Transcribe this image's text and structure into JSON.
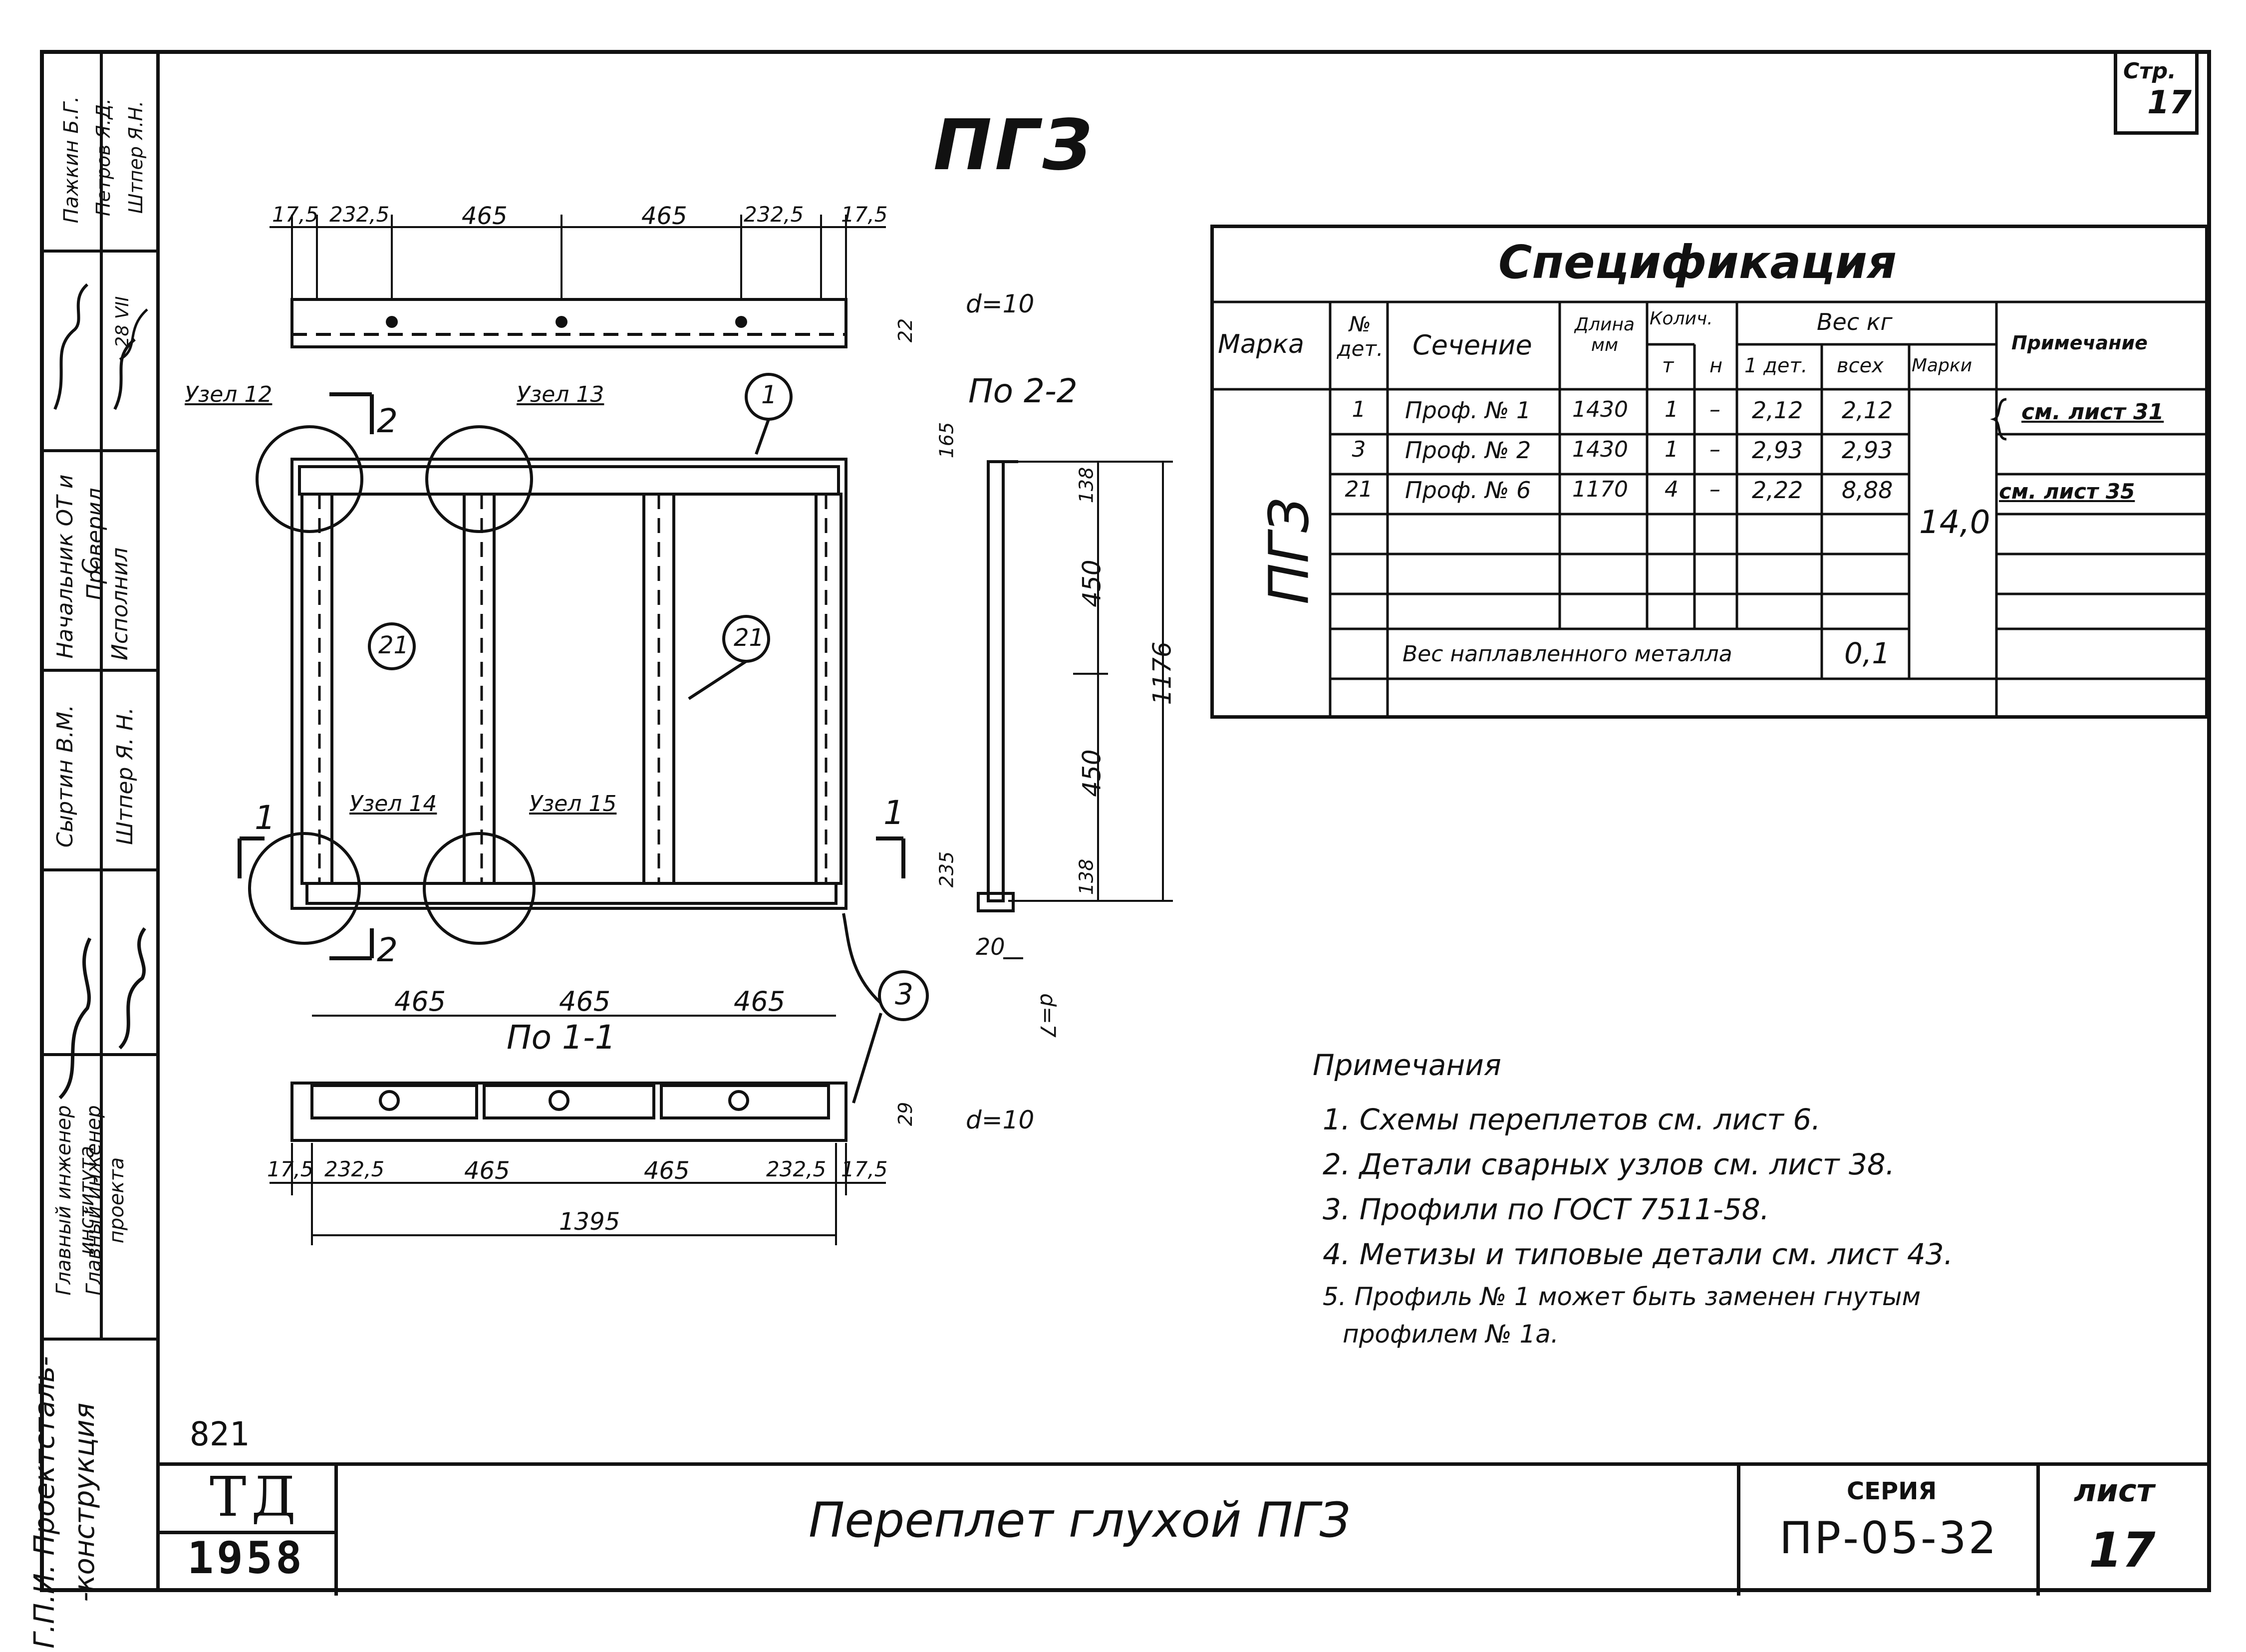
{
  "page": {
    "stamp_label": "Стр.",
    "stamp_number": "17"
  },
  "drawing_title": "ПГЗ",
  "left_strip": {
    "org": [
      "Г.П.И. Проектсталь-",
      "-конструкция"
    ],
    "roles": [
      "Главный инженер института",
      "Главный инженер проекта",
      "Начальник ОТ и С",
      "Проверил",
      "Исполнил"
    ],
    "names": [
      "Сыртин В.М.",
      "Штпер Я. Н.",
      "Пажкин Б.Г.",
      "Петров Я.Д.",
      "Штпер Я.Н."
    ],
    "date": "28 VII"
  },
  "dimensions": {
    "top": [
      "17,5",
      "232,5",
      "465",
      "465",
      "232,5",
      "17,5"
    ],
    "bottom": [
      "17,5",
      "232,5",
      "465",
      "465",
      "232,5",
      "17,5"
    ],
    "overall": "1395",
    "section_1_1": [
      "465",
      "465",
      "465"
    ],
    "vertical": [
      "165",
      "138",
      "450",
      "450",
      "138",
      "235",
      "1176"
    ],
    "small": [
      "22",
      "29",
      "20"
    ],
    "thickness_top": "d=10",
    "thickness_bottom": "d=10",
    "thickness_side": "d=7"
  },
  "labels": {
    "nodes": [
      "Узел 12",
      "Узел 13",
      "Узел 14",
      "Узел 15"
    ],
    "section_2_2": "По 2-2",
    "section_1_1": "По 1-1",
    "cut_marks": [
      "2",
      "2",
      "1",
      "1"
    ],
    "callouts": [
      "1",
      "21",
      "21",
      "3"
    ]
  },
  "spec": {
    "title": "Спецификация",
    "headers": {
      "mark": "Марка",
      "det_no": "№ дет.",
      "section": "Сечение",
      "length": "Длина мм",
      "qty": "Колич.",
      "qty_t": "т",
      "qty_n": "н",
      "weight": "Вес кг",
      "w_one": "1 дет.",
      "w_all": "всех",
      "w_mark": "Марки",
      "note": "Примечание"
    },
    "mark": "ПГЗ",
    "rows": [
      {
        "det": "1",
        "section": "Проф. № 1",
        "length": "1430",
        "t": "1",
        "n": "–",
        "w1": "2,12",
        "wall": "2,12"
      },
      {
        "det": "3",
        "section": "Проф. № 2",
        "length": "1430",
        "t": "1",
        "n": "–",
        "w1": "2,93",
        "wall": "2,93"
      },
      {
        "det": "21",
        "section": "Проф. № 6",
        "length": "1170",
        "t": "4",
        "n": "–",
        "w1": "2,22",
        "wall": "8,88"
      }
    ],
    "mark_weight": "14,0",
    "notes": [
      "см. лист 31",
      "см. лист 35"
    ],
    "weld_label": "Вес наплавленного металла",
    "weld_value": "0,1"
  },
  "notes": {
    "title": "Примечания",
    "items": [
      "1. Схемы переплетов см. лист 6.",
      "2. Детали сварных узлов см. лист 38.",
      "3. Профили по ГОСТ 7511-58.",
      "4. Метизы и типовые детали см. лист 43.",
      "5. Профиль № 1 может быть заменен гнутым",
      "профилем № 1а."
    ]
  },
  "title_block": {
    "code_number": "821",
    "code_letters": "ТД",
    "year": "1958",
    "name": "Переплет глухой ПГЗ",
    "series_label": "СЕРИЯ",
    "series": "ПР-05-32",
    "sheet_label": "лист",
    "sheet": "17"
  }
}
